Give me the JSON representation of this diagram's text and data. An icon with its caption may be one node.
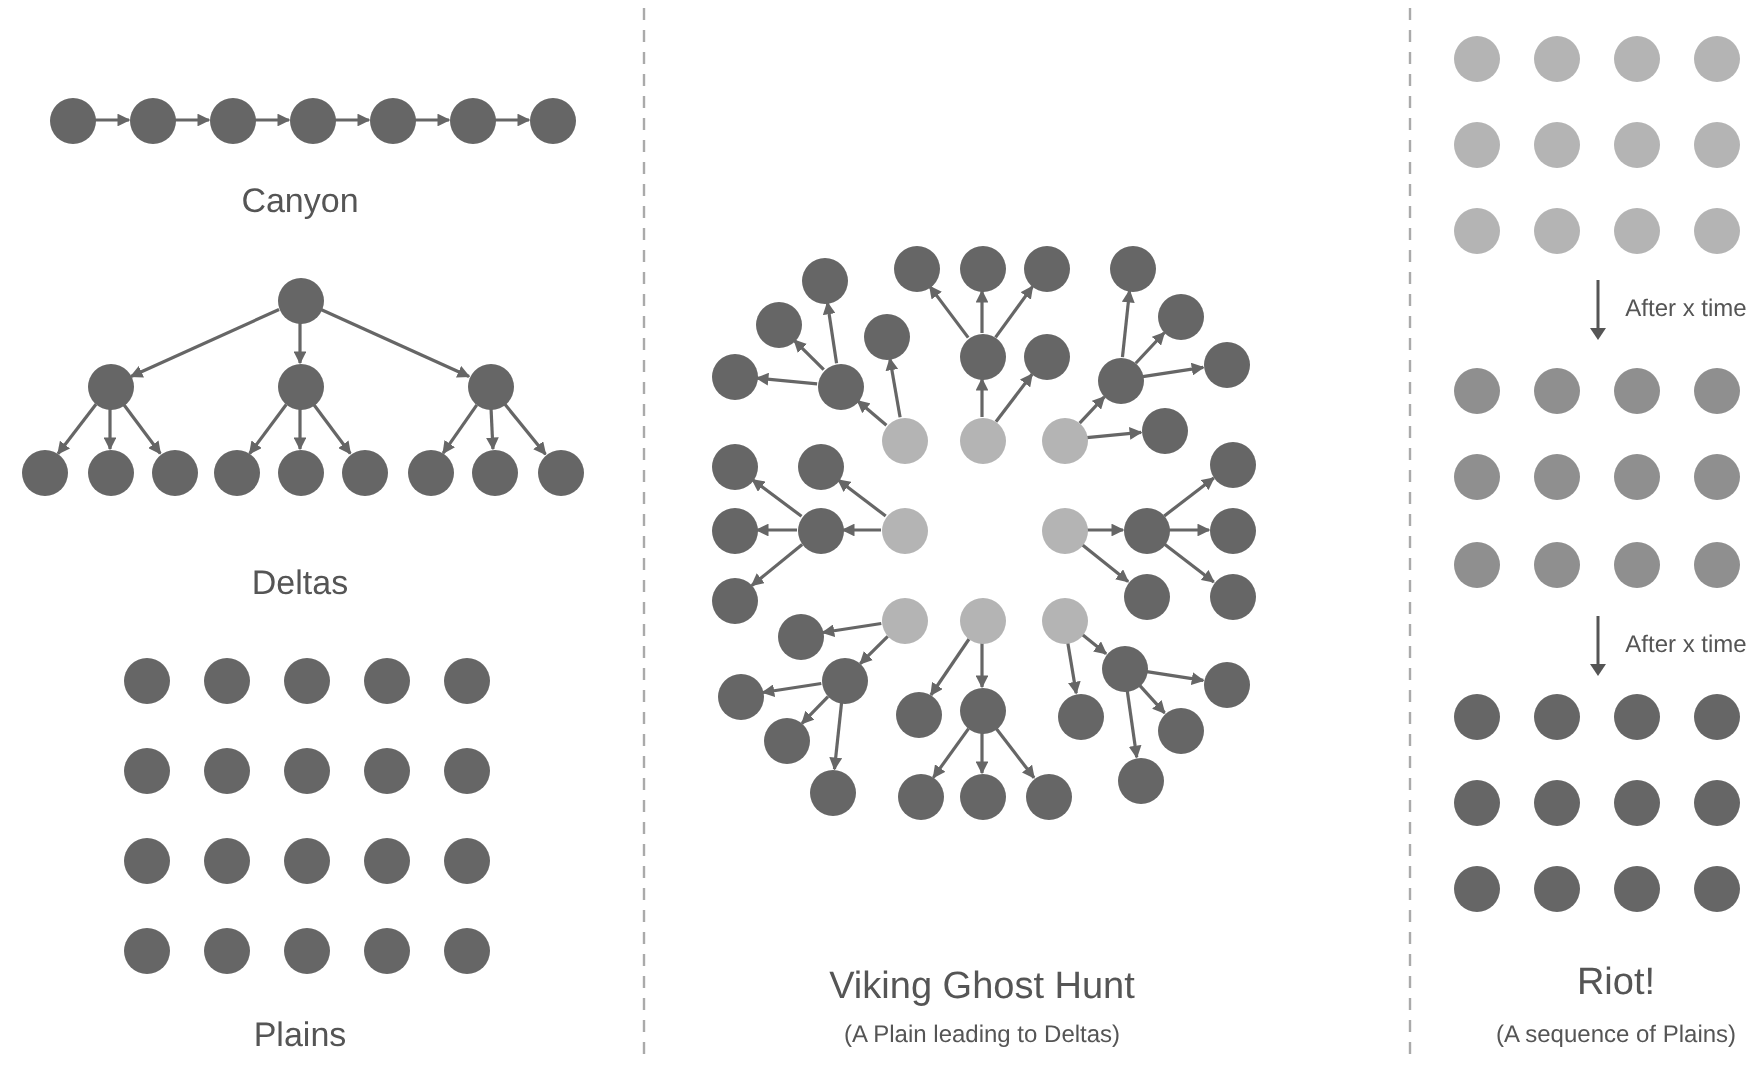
{
  "diagram": {
    "nodes": [
      {
        "text": [],
        "shape": "circle"
      },
      {
        "text": [],
        "shape": "circle"
      },
      {
        "text": [],
        "shape": "circle"
      },
      {
        "text": [],
        "shape": "circle"
      },
      {
        "text": [],
        "shape": "circle"
      },
      {
        "text": [],
        "shape": "circle"
      },
      {
        "text": [],
        "shape": "circle"
      },
      {
        "text": [],
        "shape": "circle"
      },
      {
        "text": [],
        "shape": "circle"
      },
      {
        "text": [],
        "shape": "circle"
      },
      {
        "text": [],
        "shape": "circle"
      },
      {
        "text": [],
        "shape": "circle"
      },
      {
        "text": [],
        "shape": "circle"
      },
      {
        "text": [],
        "shape": "circle"
      },
      {
        "text": [],
        "shape": "circle"
      },
      {
        "text": [],
        "shape": "circle"
      },
      {
        "text": [],
        "shape": "circle"
      },
      {
        "text": [],
        "shape": "circle"
      },
      {
        "text": [],
        "shape": "circle"
      },
      {
        "text": [],
        "shape": "circle"
      },
      {
        "text": [],
        "shape": "circle"
      },
      {
        "text": [],
        "shape": "circle"
      },
      {
        "text": [],
        "shape": "circle"
      },
      {
        "text": [],
        "shape": "circle"
      },
      {
        "text": [],
        "shape": "circle"
      },
      {
        "text": [],
        "shape": "circle"
      },
      {
        "text": [],
        "shape": "circle"
      },
      {
        "text": [],
        "shape": "circle"
      },
      {
        "text": [],
        "shape": "circle"
      },
      {
        "text": [],
        "shape": "circle"
      },
      {
        "text": [],
        "shape": "circle"
      },
      {
        "text": [],
        "shape": "circle"
      },
      {
        "text": [],
        "shape": "circle"
      },
      {
        "text": [],
        "shape": "circle"
      },
      {
        "text": [],
        "shape": "circle"
      },
      {
        "text": [],
        "shape": "circle"
      },
      {
        "text": [],
        "shape": "circle"
      },
      {
        "text": [],
        "shape": "circle"
      },
      {
        "text": [],
        "shape": "circle"
      },
      {
        "text": [],
        "shape": "circle"
      },
      {
        "text": [],
        "shape": "circle"
      },
      {
        "text": [],
        "shape": "circle"
      },
      {
        "text": [],
        "shape": "circle"
      },
      {
        "text": [],
        "shape": "circle"
      },
      {
        "text": [],
        "shape": "circle"
      },
      {
        "text": [],
        "shape": "circle"
      },
      {
        "text": [],
        "shape": "circle"
      },
      {
        "text": [],
        "shape": "circle"
      },
      {
        "text": [],
        "shape": "circle"
      },
      {
        "text": [],
        "shape": "circle"
      },
      {
        "text": [],
        "shape": "circle"
      },
      {
        "text": [],
        "shape": "circle"
      },
      {
        "text": [],
        "shape": "circle"
      },
      {
        "text": [],
        "shape": "circle"
      },
      {
        "text": [],
        "shape": "circle"
      },
      {
        "text": [],
        "shape": "circle"
      },
      {
        "text": [],
        "shape": "circle"
      },
      {
        "text": [],
        "shape": "circle"
      },
      {
        "text": [],
        "shape": "circle"
      },
      {
        "text": [],
        "shape": "circle"
      },
      {
        "text": [],
        "shape": "circle"
      },
      {
        "text": [],
        "shape": "circle"
      },
      {
        "text": [],
        "shape": "circle"
      },
      {
        "text": [],
        "shape": "circle"
      },
      {
        "text": [],
        "shape": "circle"
      },
      {
        "text": [],
        "shape": "circle"
      },
      {
        "text": [],
        "shape": "circle"
      },
      {
        "text": [],
        "shape": "circle"
      },
      {
        "text": [],
        "shape": "circle"
      },
      {
        "text": [],
        "shape": "circle"
      },
      {
        "text": [],
        "shape": "circle"
      },
      {
        "text": [],
        "shape": "circle"
      },
      {
        "text": [],
        "shape": "circle"
      },
      {
        "text": [],
        "shape": "circle"
      },
      {
        "text": [],
        "shape": "circle"
      },
      {
        "text": [],
        "shape": "circle"
      },
      {
        "text": [],
        "shape": "circle"
      },
      {
        "text": [],
        "shape": "circle"
      },
      {
        "text": [],
        "shape": "circle"
      },
      {
        "text": [],
        "shape": "circle"
      },
      {
        "text": [],
        "shape": "circle"
      },
      {
        "text": [],
        "shape": "circle"
      },
      {
        "text": [],
        "shape": "circle"
      },
      {
        "text": [],
        "shape": "circle"
      },
      {
        "text": [],
        "shape": "circle"
      },
      {
        "text": [],
        "shape": "circle"
      },
      {
        "text": [],
        "shape": "circle"
      },
      {
        "text": [],
        "shape": "circle"
      },
      {
        "text": [],
        "shape": "circle"
      },
      {
        "text": [],
        "shape": "circle"
      },
      {
        "text": [],
        "shape": "circle"
      },
      {
        "text": [],
        "shape": "circle"
      },
      {
        "text": [],
        "shape": "circle"
      },
      {
        "text": [],
        "shape": "circle"
      },
      {
        "text": [],
        "shape": "circle"
      },
      {
        "text": [],
        "shape": "circle"
      },
      {
        "text": [],
        "shape": "circle"
      },
      {
        "text": [],
        "shape": "circle"
      },
      {
        "text": [],
        "shape": "circle"
      },
      {
        "text": [],
        "shape": "circle"
      },
      {
        "text": [],
        "shape": "circle"
      },
      {
        "text": [],
        "shape": "circle"
      },
      {
        "text": [],
        "shape": "circle"
      },
      {
        "text": [],
        "shape": "circle"
      },
      {
        "text": [],
        "shape": "circle"
      },
      {
        "text": [],
        "shape": "circle"
      },
      {
        "text": [],
        "shape": "circle"
      },
      {
        "text": [],
        "shape": "circle"
      },
      {
        "text": [],
        "shape": "circle"
      },
      {
        "text": [],
        "shape": "circle"
      },
      {
        "text": [],
        "shape": "circle"
      },
      {
        "text": [],
        "shape": "circle"
      },
      {
        "text": [],
        "shape": "circle"
      },
      {
        "text": [],
        "shape": "circle"
      },
      {
        "text": [],
        "shape": "circle"
      },
      {
        "text": [],
        "shape": "circle"
      },
      {
        "text": [],
        "shape": "circle"
      },
      {
        "text": [],
        "shape": "circle"
      },
      {
        "text": [],
        "shape": "circle"
      },
      {
        "text": [],
        "shape": "circle"
      },
      {
        "text": [],
        "shape": "circle"
      },
      {
        "text": [],
        "shape": "circle"
      },
      {
        "text": [],
        "shape": "circle"
      },
      {
        "text": [],
        "shape": "circle"
      }
    ],
    "edges": [
      {
        "from": 0,
        "to": 1,
        "arrow": "to"
      },
      {
        "from": 1,
        "to": 2,
        "arrow": "to"
      },
      {
        "from": 2,
        "to": 3,
        "arrow": "to"
      },
      {
        "from": 3,
        "to": 4,
        "arrow": "to"
      },
      {
        "from": 4,
        "to": 5,
        "arrow": "to"
      },
      {
        "from": 5,
        "to": 6,
        "arrow": "to"
      },
      {
        "from": 7,
        "to": 8,
        "arrow": "to"
      },
      {
        "from": 7,
        "to": 9,
        "arrow": "to"
      },
      {
        "from": 7,
        "to": 10,
        "arrow": "to"
      },
      {
        "from": 8,
        "to": 11,
        "arrow": "to"
      },
      {
        "from": 8,
        "to": 12,
        "arrow": "to"
      },
      {
        "from": 8,
        "to": 13,
        "arrow": "to"
      },
      {
        "from": 9,
        "to": 14,
        "arrow": "to"
      },
      {
        "from": 9,
        "to": 15,
        "arrow": "to"
      },
      {
        "from": 9,
        "to": 16,
        "arrow": "to"
      },
      {
        "from": 10,
        "to": 17,
        "arrow": "to"
      },
      {
        "from": 10,
        "to": 18,
        "arrow": "to"
      },
      {
        "from": 10,
        "to": 19,
        "arrow": "to"
      },
      {
        "from": 40,
        "to": 41,
        "arrow": "to"
      },
      {
        "from": 40,
        "to": 42,
        "arrow": "to"
      },
      {
        "from": 41,
        "to": 43,
        "arrow": "to"
      },
      {
        "from": 41,
        "to": 44,
        "arrow": "to"
      },
      {
        "from": 41,
        "to": 45,
        "arrow": "to"
      },
      {
        "from": 46,
        "to": 47,
        "arrow": "to"
      },
      {
        "from": 46,
        "to": 48,
        "arrow": "to"
      },
      {
        "from": 47,
        "to": 49,
        "arrow": "to"
      },
      {
        "from": 47,
        "to": 50,
        "arrow": "to"
      },
      {
        "from": 47,
        "to": 51,
        "arrow": "to"
      },
      {
        "from": 52,
        "to": 53,
        "arrow": "to"
      },
      {
        "from": 52,
        "to": 54,
        "arrow": "to"
      },
      {
        "from": 53,
        "to": 55,
        "arrow": "to"
      },
      {
        "from": 53,
        "to": 56,
        "arrow": "to"
      },
      {
        "from": 53,
        "to": 57,
        "arrow": "to"
      },
      {
        "from": 58,
        "to": 59,
        "arrow": "to"
      },
      {
        "from": 58,
        "to": 60,
        "arrow": "to"
      },
      {
        "from": 59,
        "to": 61,
        "arrow": "to"
      },
      {
        "from": 59,
        "to": 62,
        "arrow": "to"
      },
      {
        "from": 59,
        "to": 63,
        "arrow": "to"
      },
      {
        "from": 64,
        "to": 65,
        "arrow": "to"
      },
      {
        "from": 64,
        "to": 66,
        "arrow": "to"
      },
      {
        "from": 65,
        "to": 67,
        "arrow": "to"
      },
      {
        "from": 65,
        "to": 68,
        "arrow": "to"
      },
      {
        "from": 65,
        "to": 69,
        "arrow": "to"
      },
      {
        "from": 70,
        "to": 71,
        "arrow": "to"
      },
      {
        "from": 70,
        "to": 72,
        "arrow": "to"
      },
      {
        "from": 71,
        "to": 73,
        "arrow": "to"
      },
      {
        "from": 71,
        "to": 74,
        "arrow": "to"
      },
      {
        "from": 71,
        "to": 75,
        "arrow": "to"
      },
      {
        "from": 76,
        "to": 77,
        "arrow": "to"
      },
      {
        "from": 76,
        "to": 78,
        "arrow": "to"
      },
      {
        "from": 77,
        "to": 79,
        "arrow": "to"
      },
      {
        "from": 77,
        "to": 80,
        "arrow": "to"
      },
      {
        "from": 77,
        "to": 81,
        "arrow": "to"
      },
      {
        "from": 82,
        "to": 83,
        "arrow": "to"
      },
      {
        "from": 82,
        "to": 84,
        "arrow": "to"
      },
      {
        "from": 83,
        "to": 85,
        "arrow": "to"
      },
      {
        "from": 83,
        "to": 86,
        "arrow": "to"
      },
      {
        "from": 83,
        "to": 87,
        "arrow": "to"
      }
    ],
    "labels": [
      "Canyon",
      "Deltas",
      "Plains",
      "Viking Ghost Hunt",
      "(A Plain leading to Deltas)",
      "After x time",
      "After x time",
      "Riot!",
      "(A sequence of Plains)"
    ]
  }
}
